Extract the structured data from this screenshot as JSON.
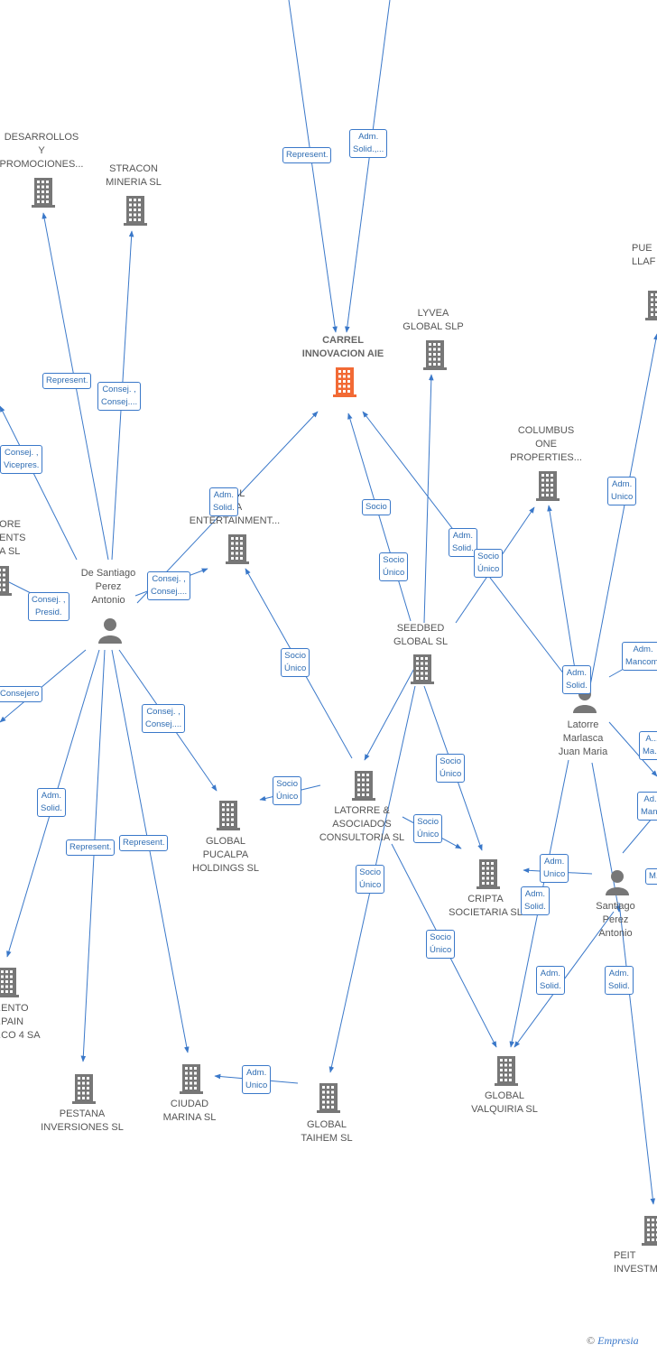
{
  "colors": {
    "edge": "#3a78c9",
    "company_icon": "#777777",
    "focus_icon": "#f26a35",
    "person_icon": "#777777"
  },
  "nodes": {
    "carrel": {
      "label": "CARREL\nINNOVACION AIE",
      "icon": "building-icon",
      "focus": true
    },
    "desarrollos": {
      "label": "DESARROLLOS\nY\nPROMOCIONES...",
      "icon": "building-icon"
    },
    "stracon": {
      "label": "STRACON\nMINERIA SL",
      "icon": "building-icon"
    },
    "lyvea": {
      "label": "LYVEA\nGLOBAL SLP",
      "icon": "building-icon"
    },
    "columbus": {
      "label": "COLUMBUS\nONE\nPROPERTIES...",
      "icon": "building-icon"
    },
    "pue": {
      "label": "PUE\nLLAF",
      "icon": "building-icon"
    },
    "entertainment": {
      "label": "...AL\n...A\nENTERTAINMENT...",
      "icon": "building-icon"
    },
    "leftmid": {
      "label": "...ORE\n...ENTS\n...A SL",
      "icon": "building-icon"
    },
    "seedbed": {
      "label": "SEEDBED\nGLOBAL SL",
      "icon": "building-icon"
    },
    "latorre_asoc": {
      "label": "LATORRE &\nASOCIADOS\nCONSULTORIA SL",
      "icon": "building-icon"
    },
    "pucalpa": {
      "label": "GLOBAL\nPUCALPA\nHOLDINGS SL",
      "icon": "building-icon"
    },
    "cripta": {
      "label": "CRIPTA\nSOCIETARIA SL",
      "icon": "building-icon"
    },
    "valquiria": {
      "label": "GLOBAL\nVALQUIRIA SL",
      "icon": "building-icon"
    },
    "taihem": {
      "label": "GLOBAL\nTAIHEM SL",
      "icon": "building-icon"
    },
    "ciudad": {
      "label": "CIUDAD\nMARINA SL",
      "icon": "building-icon"
    },
    "pestana": {
      "label": "PESTANA\nINVERSIONES SL",
      "icon": "building-icon"
    },
    "leftbot": {
      "label": "...ENTO\n...PAIN\n...CO 4 SA",
      "icon": "building-icon"
    },
    "peit": {
      "label": "PEIT\nINVESTM...",
      "icon": "building-icon"
    },
    "de_santiago": {
      "label": "De Santiago\nPerez\nAntonio",
      "icon": "person-icon"
    },
    "latorre_marlasca": {
      "label": "Latorre\nMarlasca\nJuan Maria",
      "icon": "person-icon"
    },
    "santiago_perez": {
      "label": "Santiago\nPerez\nAntonio",
      "icon": "person-icon"
    }
  },
  "badges": [
    "Represent.",
    "Adm.\nSolid.,...",
    "Represent.",
    "Consej. ,\nConsej....",
    "Consej. ,\nVicepres.",
    "Adm.\nSolid.",
    "Consej. ,\nConsej....",
    "Consej. ,\nPresid.",
    "Consejero",
    "Consej. ,\nConsej....",
    "Adm.\nSolid.",
    "Represent.",
    "Represent.",
    "Socio",
    "Socio\nÚnico",
    "Adm.\nSolid.",
    "Socio\nÚnico",
    "Adm.\nUnico",
    "Adm.\nSolid.",
    "Adm.\nMancom.",
    "Socio\nÚnico",
    "Socio\nÚnico",
    "Socio\nÚnico",
    "Socio\nÚnico",
    "Socio\nÚnico",
    "Socio\nÚnico",
    "Adm.\nUnico",
    "Adm.\nSolid.",
    "Adm.\nSolid.",
    "Adm.\nSolid.",
    "Adm.\nUnico",
    "A...\nMa...",
    "Ad...\nMan...",
    "M..."
  ],
  "watermark": {
    "copyright": "©",
    "brand": "Empresia"
  }
}
